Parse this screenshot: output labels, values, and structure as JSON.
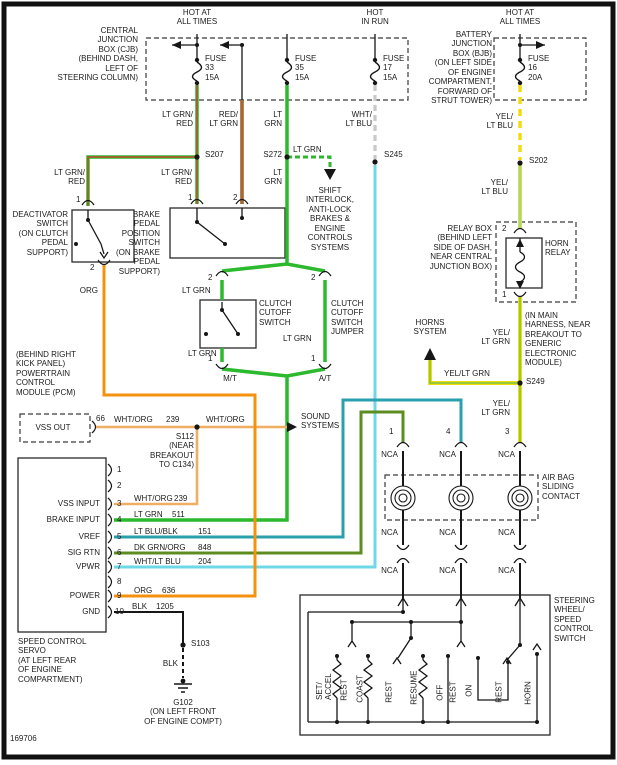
{
  "diagram": {
    "id": "169706"
  },
  "colors": {
    "lt_grn": "#2db92d",
    "red": "#dd342b",
    "wht": "#c9c9c9",
    "wht_lt_blu": "#6fd8e8",
    "yel": "#f0dd10",
    "lt_blu_blk": "#2a9fae",
    "dk_grn_org": "#5d8d20",
    "wht_org": "#efae62",
    "org": "#f4920e",
    "yel_lt_grn": "#8cc63f",
    "blk": "#161616"
  },
  "labels": {
    "hot_left": "HOT AT\nALL TIMES",
    "hot_mid": "HOT\nIN RUN",
    "hot_right": "HOT AT\nALL TIMES",
    "cjb": "CENTRAL\nJUNCTION\nBOX (CJB)\n(BEHIND DASH,\nLEFT OF\nSTEERING COLUMN)",
    "bjb": "BATTERY\nJUNCTION\nBOX (BJB)\n(ON LEFT SIDE\nOF ENGINE\nCOMPARTMENT,\nFORWARD OF\nSTRUT TOWER)",
    "fuse33": "FUSE\n33\n15A",
    "fuse35": "FUSE\n35\n15A",
    "fuse17": "FUSE\n17\n15A",
    "fuse16": "FUSE\n16\n20A",
    "lt_grn_red_a": "LT GRN/\nRED",
    "red_lt_grn": "RED/\nLT GRN",
    "lt_grn_a": "LT\nGRN",
    "wht_lt_blu_a": "WHT/\nLT BLU",
    "yel_lt_blu_a": "YEL/\nLT BLU",
    "s207": "S207",
    "s272": "S272",
    "lt_grn_branch": "LT GRN",
    "s245": "S245",
    "s202": "S202",
    "lt_grn_red_b": "LT GRN/\nRED",
    "lt_grn_red_c": "LT GRN/\nRED",
    "lt_grn_b": "LT\nGRN",
    "shift_systems": "SHIFT\nINTERLOCK,\nANTI-LOCK\nBRAKES &\nENGINE\nCONTROLS\nSYSTEMS",
    "yel_lt_blu_b": "YEL/\nLT BLU",
    "deactivator": "DEACTIVATOR\nSWITCH\n(ON CLUTCH\nPEDAL\nSUPPORT)",
    "bpp_switch": "BRAKE\nPEDAL\nPOSITION\nSWITCH\n(ON BRAKE\nPEDAL\nSUPPORT)",
    "org_a": "ORG",
    "pin1": "1",
    "pin2": "2",
    "lt_grn_cc_top": "LT GRN",
    "clutch_switch": "CLUTCH\nCUTOFF\nSWITCH",
    "ccj": "CLUTCH\nCUTOFF\nSWITCH\nJUMPER",
    "lt_grn_cc_bot": "LT GRN",
    "lt_grn_jumper": "LT GRN",
    "mt": "M/T",
    "at": "A/T",
    "relay_box": "RELAY BOX\n(BEHIND LEFT\nSIDE OF DASH,\nNEAR CENTRAL\nJUNCTION BOX)",
    "horn_relay": "HORN\nRELAY",
    "in_main_harness": "(IN MAIN\nHARNESS, NEAR\nBREAKOUT TO\nGENERIC\nELECTRONIC\nMODULE)",
    "yel_lt_grn_a": "YEL/\nLT GRN",
    "horns_system": "HORNS\nSYSTEM",
    "yel_lt_grn_h": "YEL/LT GRN",
    "s249": "S249",
    "yel_lt_grn_b": "YEL/\nLT GRN",
    "pcm": "(BEHIND RIGHT\nKICK PANEL)\nPOWERTRAIN\nCONTROL\nMODULE (PCM)",
    "vss_out": "VSS OUT",
    "pin66": "66",
    "wht_org_a": "WHT/ORG",
    "n239a": "239",
    "wht_org_b": "WHT/ORG",
    "s112": "S112\n(NEAR\nBREAKOUT\nTO C134)",
    "sound_systems": "SOUND\nSYSTEMS",
    "pin_1": "1",
    "pin_2": "2",
    "pin_3": "3",
    "pin_4": "4",
    "pin_5": "5",
    "pin_6": "6",
    "pin_7": "7",
    "pin_8": "8",
    "pin_9": "9",
    "pin_10": "10",
    "vss_input": "VSS INPUT",
    "brake_input": "BRAKE INPUT",
    "vref": "VREF",
    "sig_rtn": "SIG RTN",
    "vpwr": "VPWR",
    "power": "POWER",
    "gnd": "GND",
    "wht_org_c": "WHT/ORG",
    "n239b": "239",
    "lt_grn_c": "LT GRN",
    "n511": "511",
    "lt_blu_blk": "LT BLU/BLK",
    "n151": "151",
    "dk_grn_org": "DK GRN/ORG",
    "n848": "848",
    "wht_lt_blu_b": "WHT/LT BLU",
    "n204": "204",
    "org_b": "ORG",
    "n636": "636",
    "blk_a": "BLK",
    "n1205": "1205",
    "servo": "SPEED CONTROL\nSERVO\n(AT LEFT REAR\nOF ENGINE\nCOMPARTMENT)",
    "s103": "S103",
    "blk_b": "BLK",
    "g102": "G102\n(ON LEFT FRONT\nOF ENGINE COMPT)",
    "diagram_id": "169706",
    "col1": "1",
    "col4": "4",
    "col3": "3",
    "nca": "NCA",
    "airbag": "AIR BAG\nSLIDING\nCONTACT",
    "steering": "STEERING\nWHEEL/\nSPEED\nCONTROL\nSWITCH",
    "sw_set_accel": "SET/\nACCEL",
    "sw_rest": "REST",
    "sw_coast": "COAST",
    "sw_resume": "RESUME",
    "sw_off": "OFF",
    "sw_on": "ON",
    "sw_horn": "HORN"
  }
}
